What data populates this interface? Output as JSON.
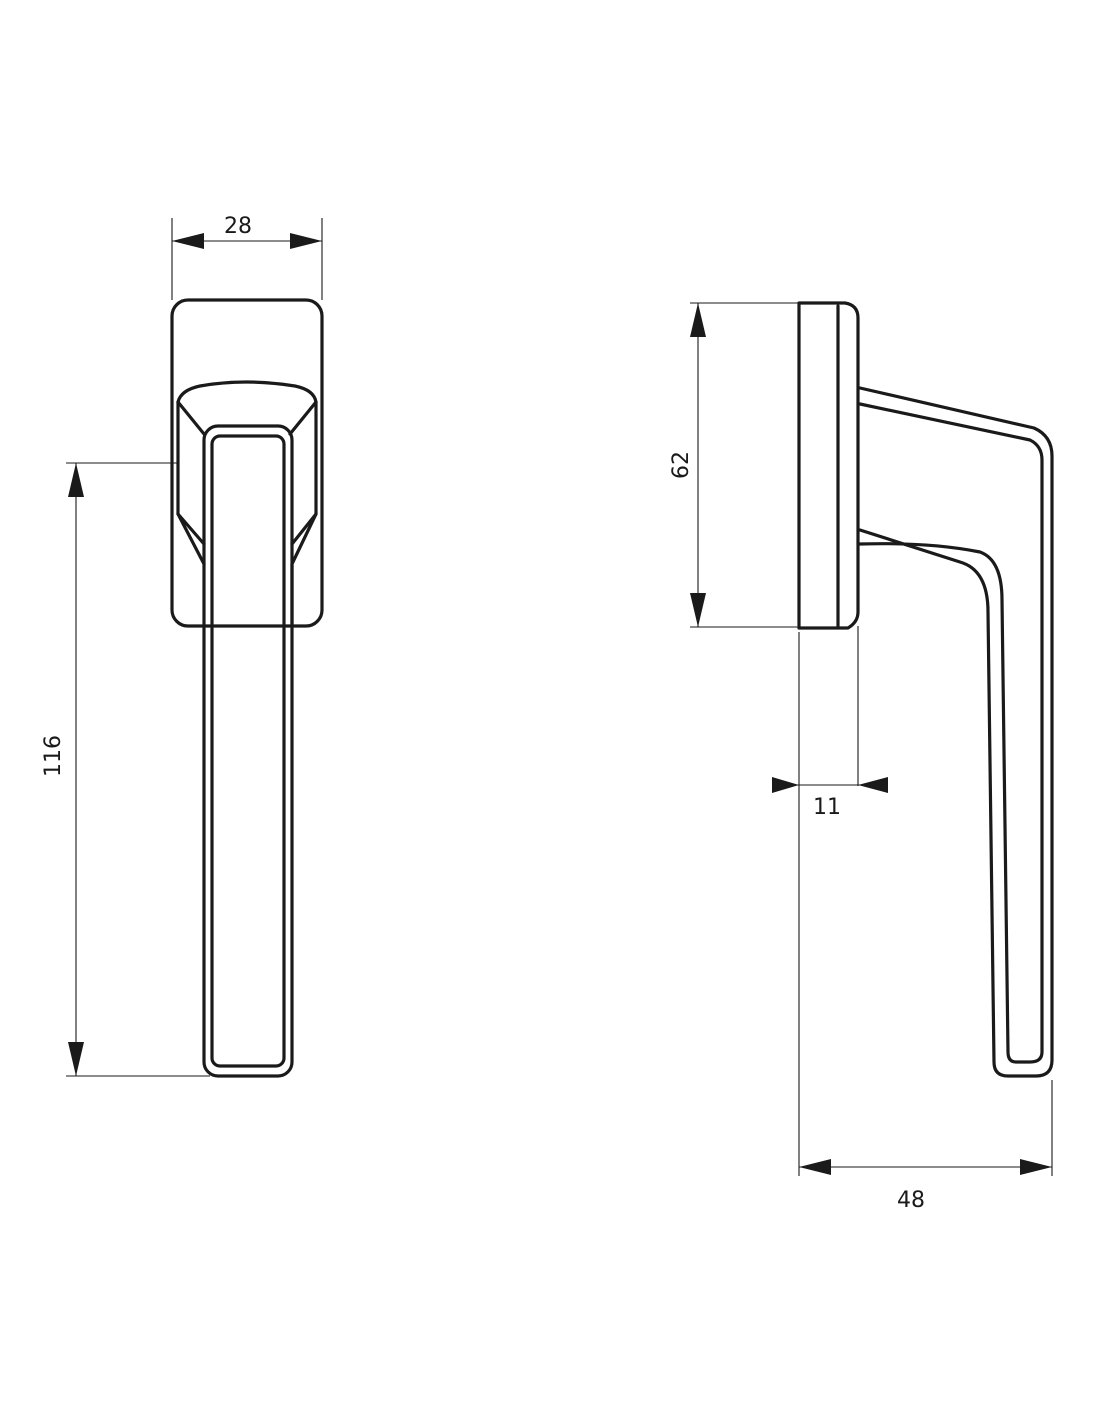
{
  "drawing": {
    "front_view": {
      "width_label": "28",
      "height_label": "116"
    },
    "side_view": {
      "rose_height_label": "62",
      "rose_depth_label": "11",
      "projection_label": "48"
    },
    "colors": {
      "line": "#1a1a1a",
      "background": "#ffffff"
    }
  }
}
